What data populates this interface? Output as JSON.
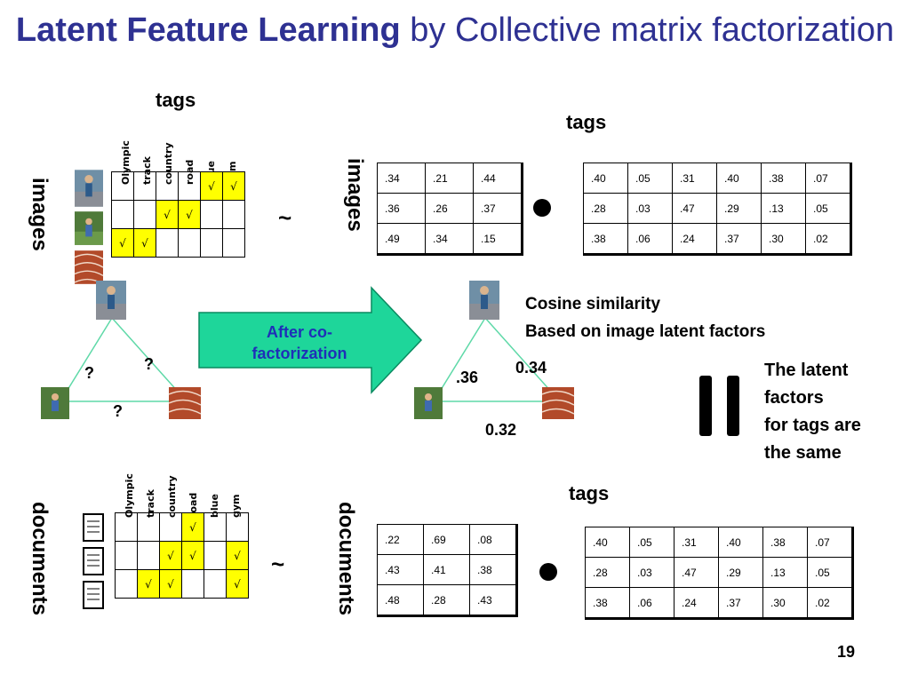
{
  "title": {
    "bold": "Latent Feature Learning",
    "rest": " by Collective matrix factorization"
  },
  "tags_label": "tags",
  "images_label": "images",
  "documents_label": "documents",
  "tag_columns": [
    "Olympic",
    "track",
    "country",
    "road",
    "blue",
    "gym"
  ],
  "check_mark": "√",
  "image_tag_matrix": [
    [
      false,
      false,
      false,
      false,
      true,
      true
    ],
    [
      false,
      false,
      true,
      true,
      false,
      false
    ],
    [
      true,
      true,
      false,
      false,
      false,
      false
    ]
  ],
  "doc_tag_matrix": [
    [
      false,
      false,
      false,
      true,
      false,
      false
    ],
    [
      false,
      false,
      true,
      true,
      false,
      true
    ],
    [
      false,
      true,
      true,
      false,
      false,
      true
    ]
  ],
  "image_factors": [
    [
      ".34",
      ".21",
      ".44"
    ],
    [
      ".36",
      ".26",
      ".37"
    ],
    [
      ".49",
      ".34",
      ".15"
    ]
  ],
  "doc_factors": [
    [
      ".22",
      ".69",
      ".08"
    ],
    [
      ".43",
      ".41",
      ".38"
    ],
    [
      ".48",
      ".28",
      ".43"
    ]
  ],
  "tag_factors": [
    [
      ".40",
      ".05",
      ".31",
      ".40",
      ".38",
      ".07"
    ],
    [
      ".28",
      ".03",
      ".47",
      ".29",
      ".13",
      ".05"
    ],
    [
      ".38",
      ".06",
      ".24",
      ".37",
      ".30",
      ".02"
    ]
  ],
  "approx_symbol": "~",
  "arrow_text": "After co-factorization",
  "unknown_mark": "?",
  "cosine_text_1": "Cosine similarity",
  "cosine_text_2": "Based on image latent factors",
  "similarities": {
    "left": ".36",
    "right": "0.34",
    "bottom": "0.32"
  },
  "latent_note": [
    "The latent",
    "factors",
    "for tags are",
    "the same"
  ],
  "page_number": "19",
  "colors": {
    "title": "#2e3192",
    "check_fill": "#ffff00",
    "arrow_fill": "#1ed69a",
    "arrow_text": "#1f2fb8",
    "triangle": "#5fd9a8"
  }
}
